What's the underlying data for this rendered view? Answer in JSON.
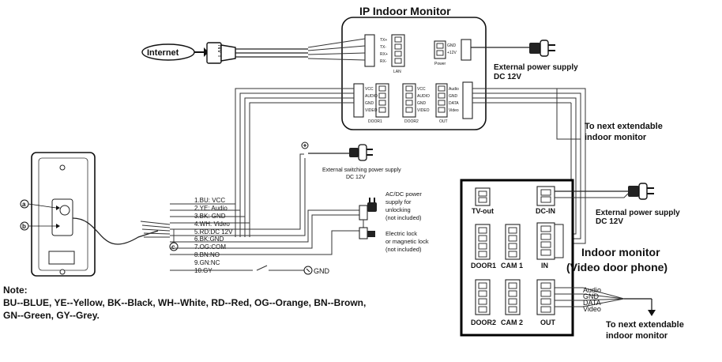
{
  "ip_monitor": {
    "title": "IP Indoor Monitor",
    "lan_pins": [
      "TX+",
      "TX-",
      "RX+",
      "RX-"
    ],
    "lan_label": "LAN",
    "power_pins": [
      "GND",
      "+12V"
    ],
    "power_label": "Power",
    "door1_pins": [
      "VCC",
      "AUDIO",
      "GND",
      "VIDEO"
    ],
    "door1_label": "DOOR1",
    "door2_pins": [
      "VCC",
      "AUDIO",
      "GND",
      "VIDEO"
    ],
    "door2_label": "DOOR2",
    "out_pins": [
      "Audio",
      "GND",
      "DATA",
      "Video"
    ],
    "out_label": "OUT"
  },
  "internet_label": "Internet",
  "lan_plug_label": "LAN",
  "ext_power_top": [
    "External power supply",
    "DC 12V"
  ],
  "to_next_top": [
    "To next extendable",
    "indoor monitor"
  ],
  "ext_switching_power": [
    "External switching power supply",
    "DC 12V"
  ],
  "wires": [
    "1.BU: VCC",
    "2.YE: Audio",
    "3.BK: GND",
    "4.WH: Video",
    "5.RD:DC 12V",
    "6.BK:GND",
    "7.OG:COM",
    "8.BN:NO",
    "9.GN:NC",
    "10.GY"
  ],
  "gnd_label": "GND",
  "acdc_power": [
    "AC/DC power",
    "supply for",
    "unlocking",
    "(not included)"
  ],
  "electric_lock": [
    "Electric lock",
    "or magnetic lock",
    "(not included)"
  ],
  "door_station_markers": [
    "a",
    "b",
    "c"
  ],
  "indoor_monitor": {
    "ports": {
      "tv_out": "TV-out",
      "dc_in": "DC-IN",
      "door1": "DOOR1",
      "cam1": "CAM 1",
      "in": "IN",
      "door2": "DOOR2",
      "cam2": "CAM 2",
      "out": "OUT"
    },
    "title": [
      "Indoor monitor",
      "(Video door phone)"
    ],
    "out_signals": [
      "Audio",
      "GND",
      "DATA",
      "Video"
    ]
  },
  "ext_power_right": [
    "External power supply",
    "DC 12V"
  ],
  "to_next_bottom": [
    "To next extendable",
    "indoor monitor"
  ],
  "note": {
    "heading": "Note:",
    "line1": "BU--BLUE, YE--Yellow, BK--Black, WH--White, RD--Red, OG--Orange, BN--Brown,",
    "line2": "GN--Green, GY--Grey."
  }
}
